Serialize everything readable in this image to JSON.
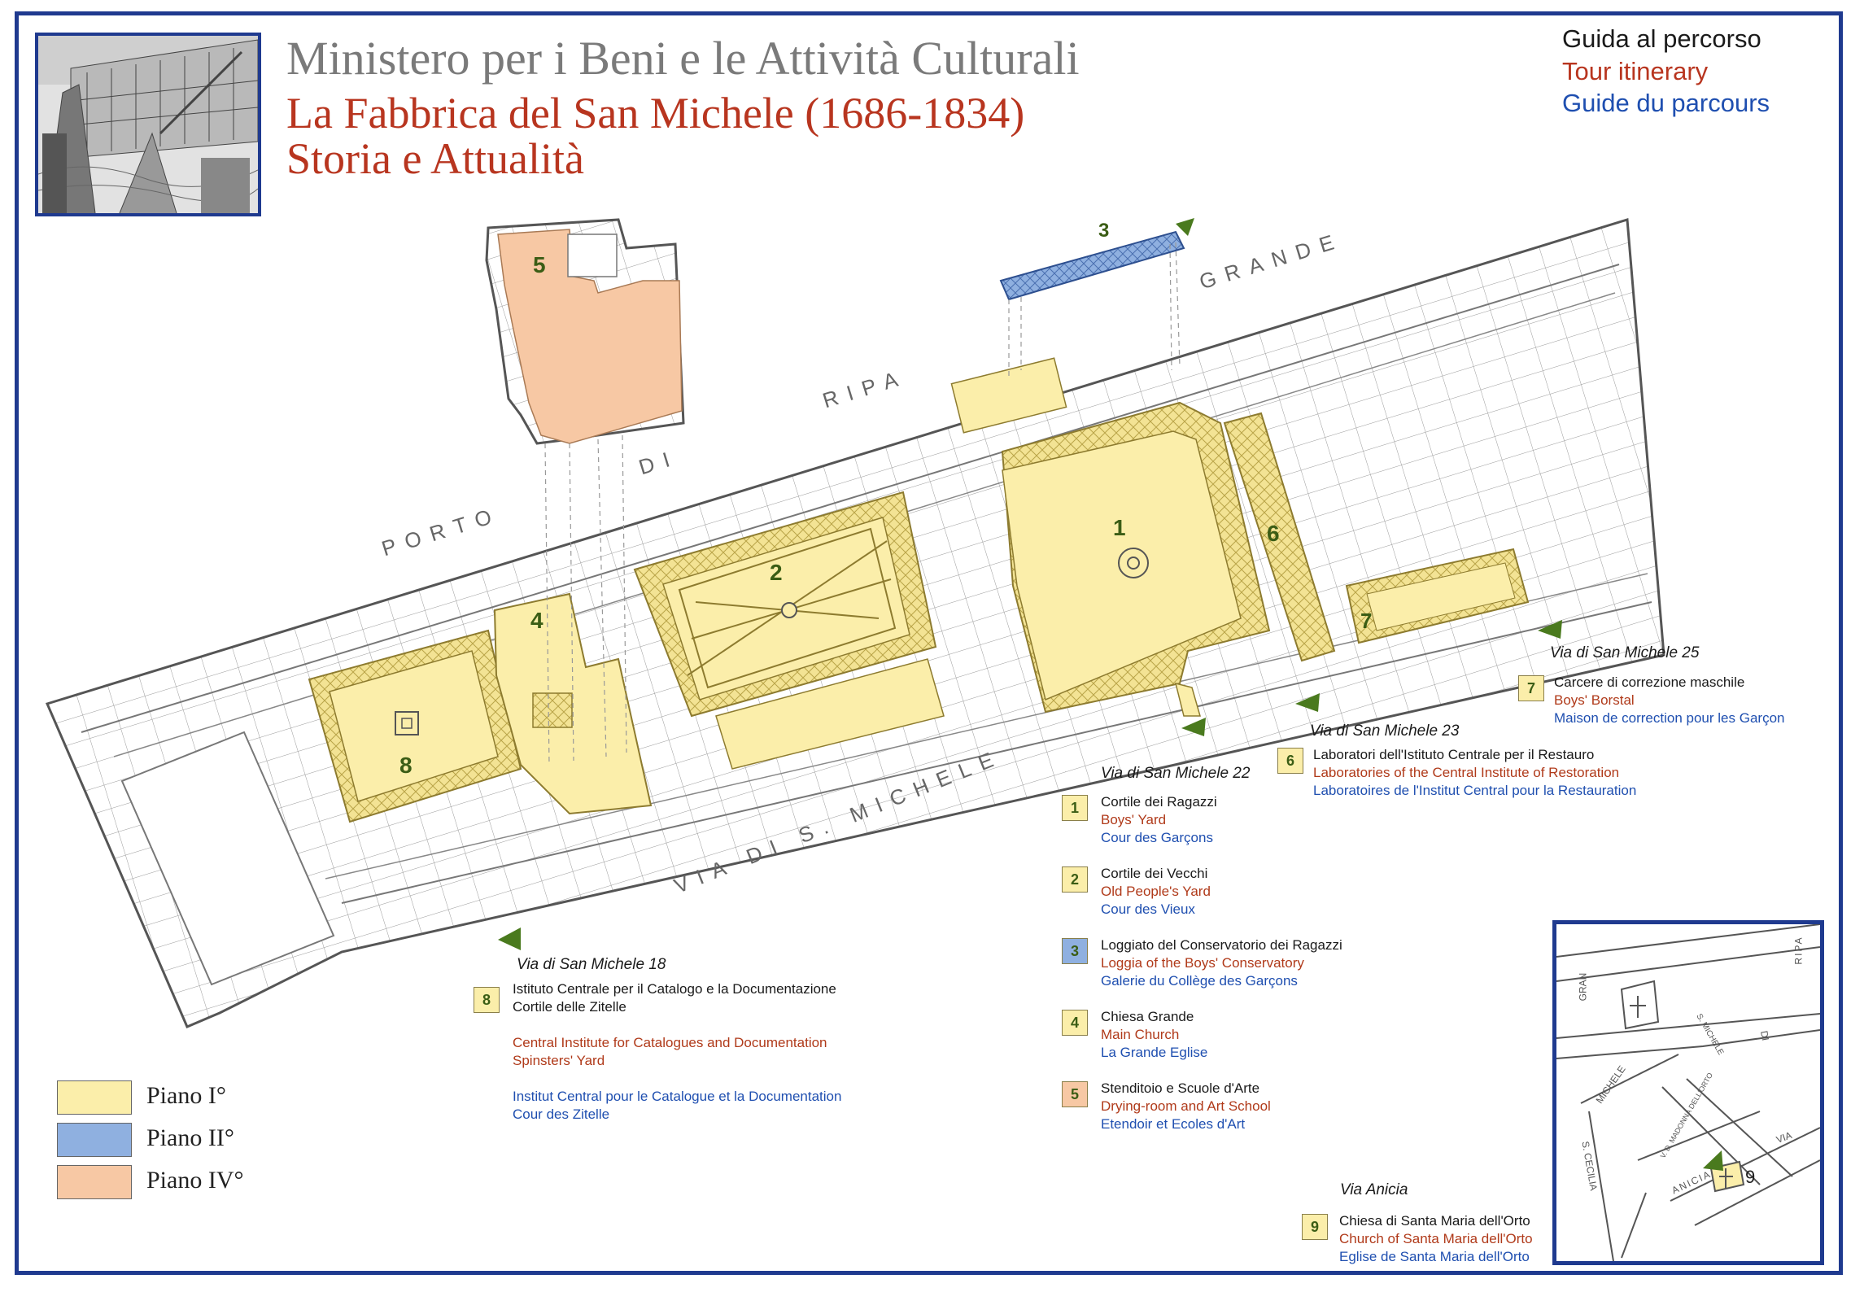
{
  "header": {
    "ministry": "Ministero per i Beni e le Attività Culturali",
    "title": "La Fabbrica del San Michele (1686-1834)",
    "subtitle": "Storia e Attualità"
  },
  "guide": {
    "it": "Guida al percorso",
    "en": "Tour itinerary",
    "fr": "Guide du parcours"
  },
  "colors": {
    "frame": "#1f3a8f",
    "piano_1": "#fbeeaa",
    "piano_2": "#8fb0e0",
    "piano_4": "#f7c8a4",
    "title_red": "#b8351f",
    "label_en": "#b03a1a",
    "label_fr": "#1f4fb0",
    "arrow_green": "#4a7a1e"
  },
  "streets": {
    "porto": "PORTO",
    "di": "DI",
    "ripa": "RIPA",
    "grande": "GRANDE",
    "via_s_michele": "VIA DI S. MICHELE"
  },
  "map_numbers": [
    "1",
    "2",
    "3",
    "4",
    "5",
    "6",
    "7",
    "8"
  ],
  "entrances": {
    "e18": "Via di San Michele 18",
    "e22": "Via di San Michele 22",
    "e23": "Via di San Michele 23",
    "e25": "Via di San Michele 25",
    "anicia": "Via Anicia"
  },
  "items": [
    {
      "num": "1",
      "color": "#fbeeaa",
      "it": "Cortile dei Ragazzi",
      "en": "Boys' Yard",
      "fr": "Cour  des Garçons"
    },
    {
      "num": "2",
      "color": "#fbeeaa",
      "it": "Cortile dei Vecchi",
      "en": "Old People's Yard",
      "fr": "Cour des Vieux"
    },
    {
      "num": "3",
      "color": "#8fb0e0",
      "it": "Loggiato del Conservatorio dei Ragazzi",
      "en": "Loggia of the Boys' Conservatory",
      "fr": "Galerie du Collège des Garçons"
    },
    {
      "num": "4",
      "color": "#fbeeaa",
      "it": "Chiesa Grande",
      "en": "Main Church",
      "fr": "La Grande Eglise"
    },
    {
      "num": "5",
      "color": "#f7c8a4",
      "it": "Stenditoio e Scuole d'Arte",
      "en": "Drying-room and Art School",
      "fr": "Etendoir et Ecoles  d'Art"
    },
    {
      "num": "6",
      "color": "#fbeeaa",
      "it": "Laboratori  dell'Istituto Centrale per il Restauro",
      "en": "Laboratories of the Central Institute of Restoration",
      "fr": "Laboratoires de l'Institut Central pour la Restauration"
    },
    {
      "num": "7",
      "color": "#fbeeaa",
      "it": "Carcere di correzione maschile",
      "en": "Boys' Borstal",
      "fr": "Maison de correction  pour les Garçon"
    },
    {
      "num": "8",
      "color": "#fbeeaa",
      "it": "Istituto Centrale per il Catalogo e la Documentazione",
      "it2": "Cortile delle Zitelle",
      "en": "Central Institute for Catalogues and Documentation",
      "en2": "Spinsters' Yard",
      "fr": "Institut Central pour  le Catalogue et la Documentation",
      "fr2": "Cour des Zitelle"
    },
    {
      "num": "9",
      "color": "#fbeeaa",
      "it": "Chiesa di Santa Maria dell'Orto",
      "en": "Church of Santa Maria dell'Orto",
      "fr": "Eglise de Santa Maria dell'Orto"
    }
  ],
  "legend": [
    {
      "label": "Piano I°",
      "color": "#fbeeaa"
    },
    {
      "label": "Piano II°",
      "color": "#8fb0e0"
    },
    {
      "label": "Piano IV°",
      "color": "#f7c8a4"
    }
  ],
  "inset": {
    "ripa": "RIPA",
    "gran": "GRAN",
    "di": "DI",
    "michele": "MICHELE",
    "madonna": "V. D. MADONNA DELL'ORTO",
    "michele2": "S. MICHELE",
    "cecilia": "S. CECILIA",
    "via": "VIA",
    "anicia": "ANICIA",
    "num": "9"
  }
}
